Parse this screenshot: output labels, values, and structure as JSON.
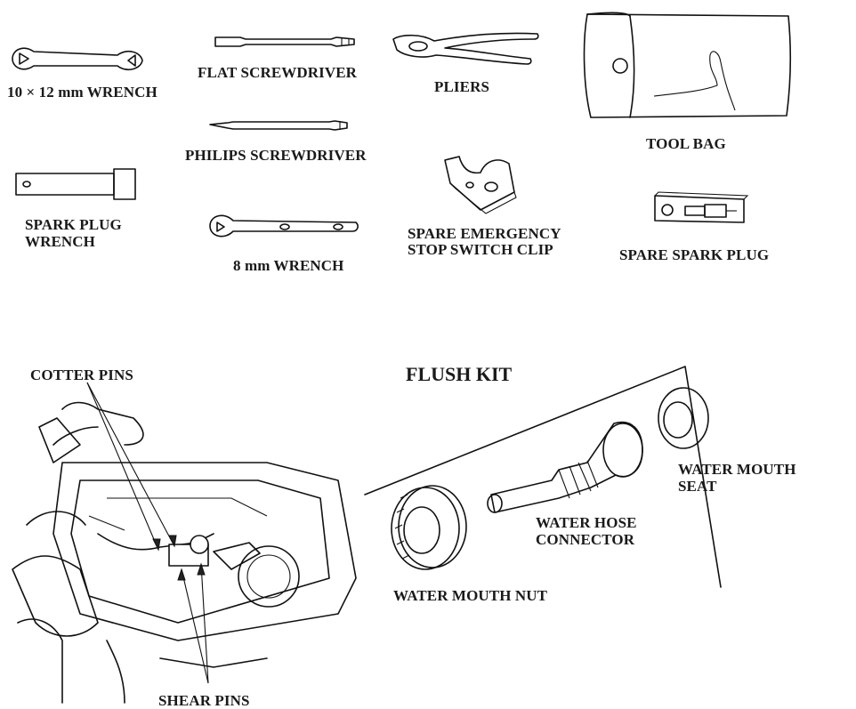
{
  "tools": {
    "wrench_10x12": "10 × 12 mm WRENCH",
    "flat_screwdriver": "FLAT SCREWDRIVER",
    "pliers": "PLIERS",
    "tool_bag": "TOOL BAG",
    "philips_screwdriver": "PHILIPS SCREWDRIVER",
    "spark_plug_wrench_l1": "SPARK PLUG",
    "spark_plug_wrench_l2": "WRENCH",
    "wrench_8": "8 mm WRENCH",
    "stop_clip_l1": "SPARE EMERGENCY",
    "stop_clip_l2": "STOP SWITCH CLIP",
    "spare_spark_plug": "SPARE SPARK PLUG"
  },
  "engine": {
    "cotter_pins": "COTTER PINS",
    "shear_pins": "SHEAR PINS"
  },
  "flush_kit": {
    "title": "FLUSH KIT",
    "water_mouth_seat_l1": "WATER MOUTH",
    "water_mouth_seat_l2": "SEAT",
    "water_hose_connector_l1": "WATER HOSE",
    "water_hose_connector_l2": "CONNECTOR",
    "water_mouth_nut": "WATER MOUTH NUT"
  }
}
